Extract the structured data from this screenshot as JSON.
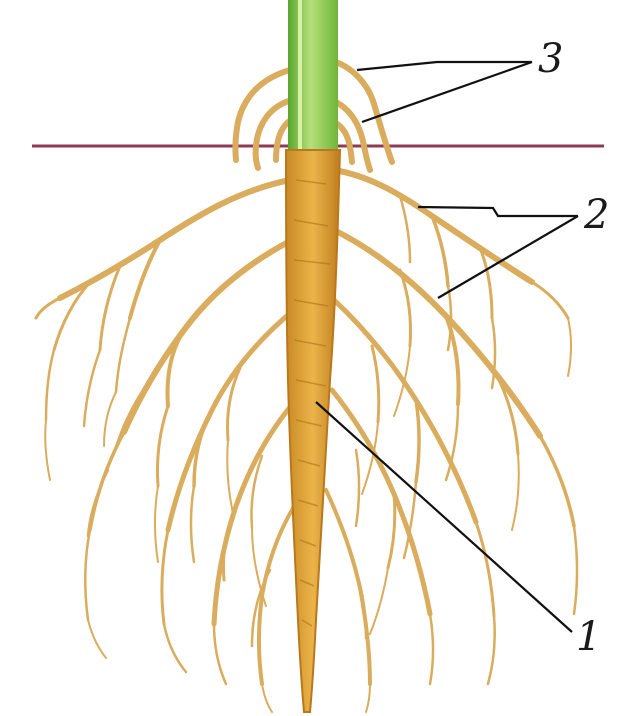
{
  "diagram": {
    "labels": {
      "main_root": "1",
      "lateral_roots": "2",
      "adventitious_roots": "3"
    },
    "colors": {
      "stem": "#7cc242",
      "stem_highlight": "#b6e07a",
      "root_light": "#e7c88a",
      "root_mid": "#d2a24e",
      "root_dark": "#b67a22",
      "taproot": "#d99b2b",
      "taproot_dark": "#b9781c",
      "soil_line": "#8c3b52",
      "leader_line": "#111111"
    }
  }
}
